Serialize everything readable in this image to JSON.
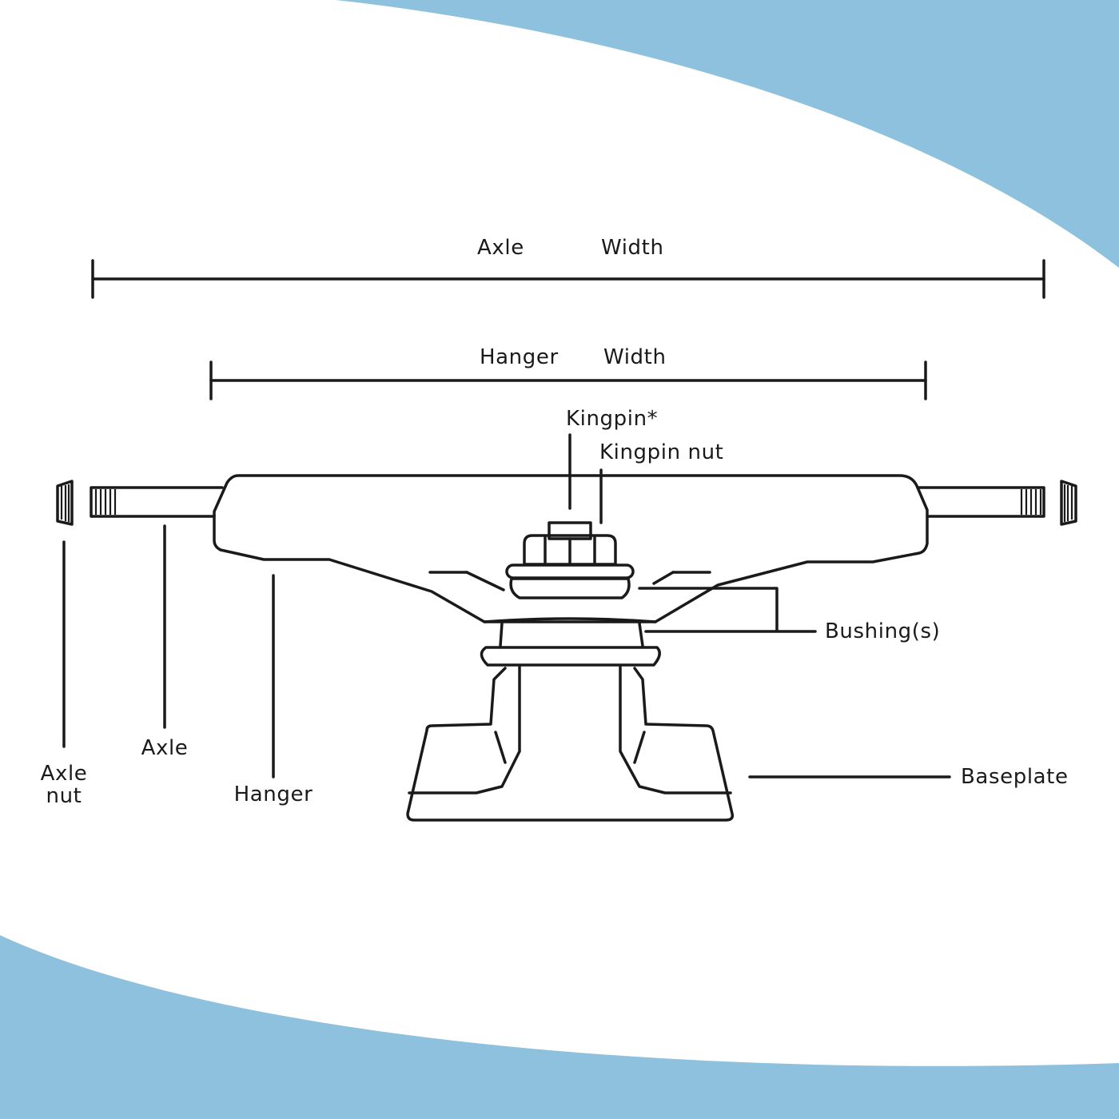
{
  "colors": {
    "background": "#ffffff",
    "accent_band": "#8ec1de",
    "line": "#1a1a1a"
  },
  "labels": {
    "axle_width": [
      "Axle",
      "Width"
    ],
    "hanger_width": [
      "Hanger",
      "Width"
    ],
    "kingpin": "Kingpin*",
    "kingpin_nut": "Kingpin nut",
    "bushings": "Bushing(s)",
    "baseplate": "Baseplate",
    "axle_nut": [
      "Axle",
      "nut"
    ],
    "axle": "Axle",
    "hanger": "Hanger"
  }
}
